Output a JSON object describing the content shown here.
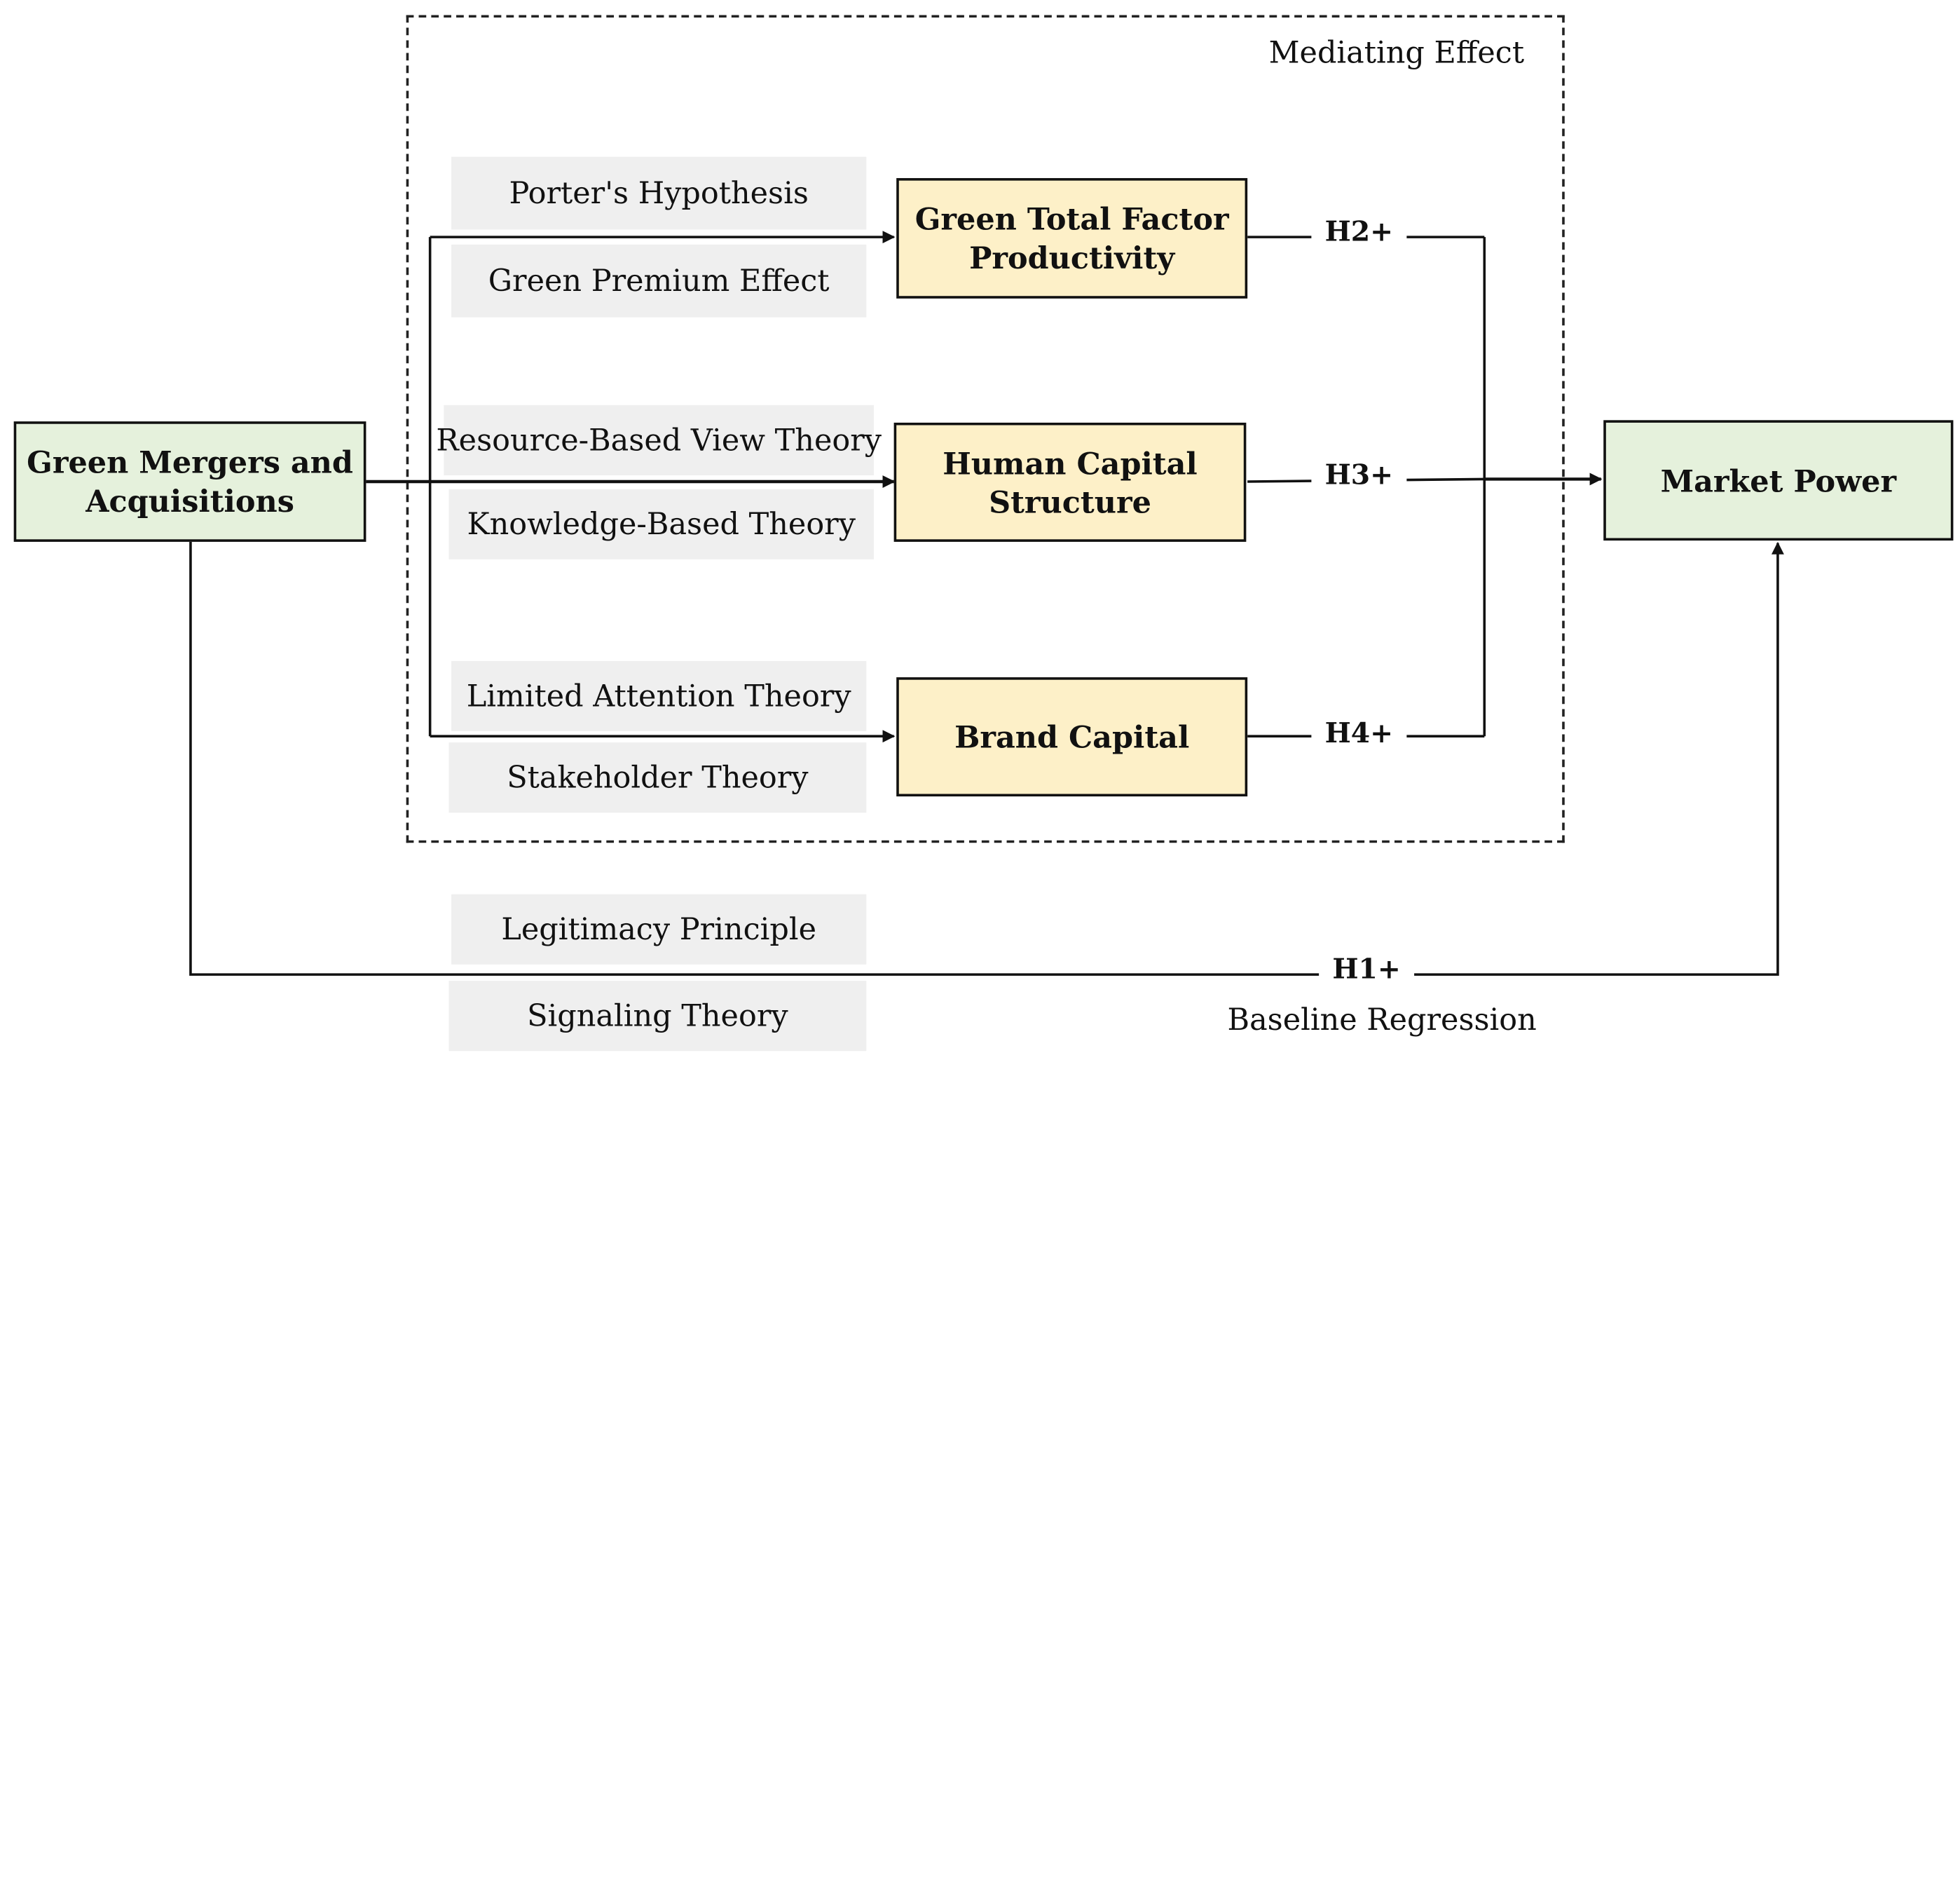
{
  "frame": {
    "mediating_label": "Mediating Effect",
    "baseline_label": "Baseline Regression"
  },
  "nodes": {
    "green_ma": "Green Mergers and\nAcquisitions",
    "market_power": "Market Power",
    "gtfp": "Green Total Factor\nProductivity",
    "hcs": "Human Capital\nStructure",
    "brand": "Brand Capital"
  },
  "theories": {
    "porter": "Porter's Hypothesis",
    "green_premium": "Green Premium Effect",
    "rbv": "Resource-Based View Theory",
    "kbt": "Knowledge-Based Theory",
    "limited_attention": "Limited Attention Theory",
    "stakeholder": "Stakeholder Theory",
    "legitimacy": "Legitimacy Principle",
    "signaling": "Signaling Theory"
  },
  "hypotheses": {
    "h1": "H1+",
    "h2": "H2+",
    "h3": "H3+",
    "h4": "H4+"
  },
  "colors": {
    "outcome_fill": "#e5f1dc",
    "mediator_fill": "#fdf0c8",
    "theory_fill": "#efefef",
    "line": "#111111"
  }
}
